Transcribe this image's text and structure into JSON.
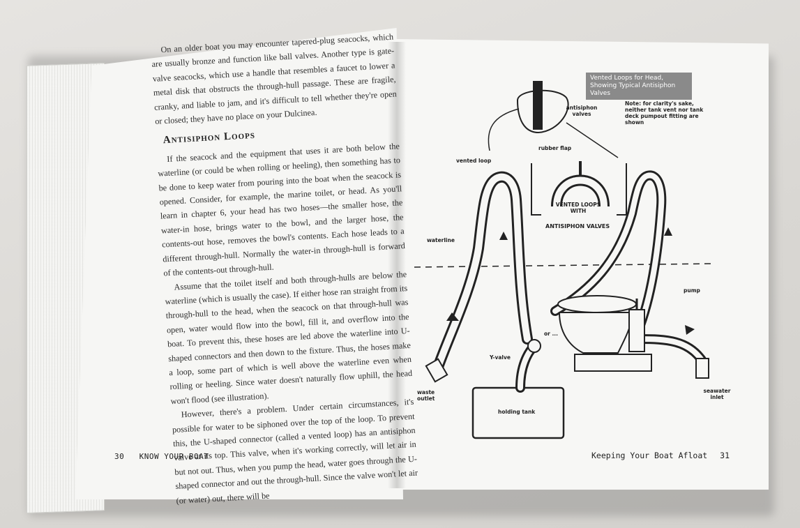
{
  "left_page": {
    "intro_paragraph": "On an older boat you may encounter tapered-plug seacocks, which are usually bronze and function like ball valves. Another type is gate-valve seacocks, which use a handle that resembles a faucet to lower a metal disk that obstructs the through-hull passage. These are fragile, cranky, and liable to jam, and it's difficult to tell whether they're open or closed; they have no place on your Dulcinea.",
    "section_heading": "Antisiphon Loops",
    "paragraph_1": "If the seacock and the equipment that uses it are both below the waterline (or could be when rolling or heeling), then something has to be done to keep water from pouring into the boat when the seacock is opened. Consider, for example, the marine toilet, or head. As you'll learn in chapter 6, your head has two hoses—the smaller hose, the water-in hose, brings water to the bowl, and the larger hose, the contents-out hose, removes the bowl's contents. Each hose leads to a different through-hull. Normally the water-in through-hull is forward of the contents-out through-hull.",
    "paragraph_2": "Assume that the toilet itself and both through-hulls are below the waterline (which is usually the case). If either hose ran straight from its through-hull to the head, when the seacock on that through-hull was open, water would flow into the bowl, fill it, and overflow into the boat. To prevent this, these hoses are led above the waterline into U-shaped connectors and then down to the fixture. Thus, the hoses make a loop, some part of which is well above the waterline even when rolling or heeling. Since water doesn't naturally flow uphill, the head won't flood (see illustration).",
    "paragraph_3": "However, there's a problem. Under certain circumstances, it's possible for water to be siphoned over the top of the loop. To prevent this, the U-shaped connector (called a vented loop) has an antisiphon valve at its top. This valve, when it's working correctly, will let air in but not out. Thus, when you pump the head, water goes through the U-shaped connector and out the through-hull. Since the valve won't let air (or water) out, there will be",
    "footer_page_number": "30",
    "footer_title": "KNOW YOUR BOAT"
  },
  "right_page": {
    "figure": {
      "caption": "Vented Loops for Head, Showing Typical Antisiphon Valves",
      "note": "Note: for clarity's sake, neither tank vent nor tank deck pumpout fitting are shown",
      "labels": {
        "antisiphon_valves": "antisiphon valves",
        "rubber_flap": "rubber flap",
        "vented_loop": "vented loop",
        "vented_loops_with": "VENTED LOOPS WITH",
        "antisiphon_valves_caps": "ANTISIPHON VALVES",
        "waterline": "waterline",
        "pump": "pump",
        "or": "or ...",
        "y_valve": "Y-valve",
        "waste_outlet": "waste outlet",
        "holding_tank": "holding tank",
        "seawater_inlet": "seawater inlet"
      }
    },
    "footer_title": "Keeping Your Boat Afloat",
    "footer_page_number": "31"
  }
}
